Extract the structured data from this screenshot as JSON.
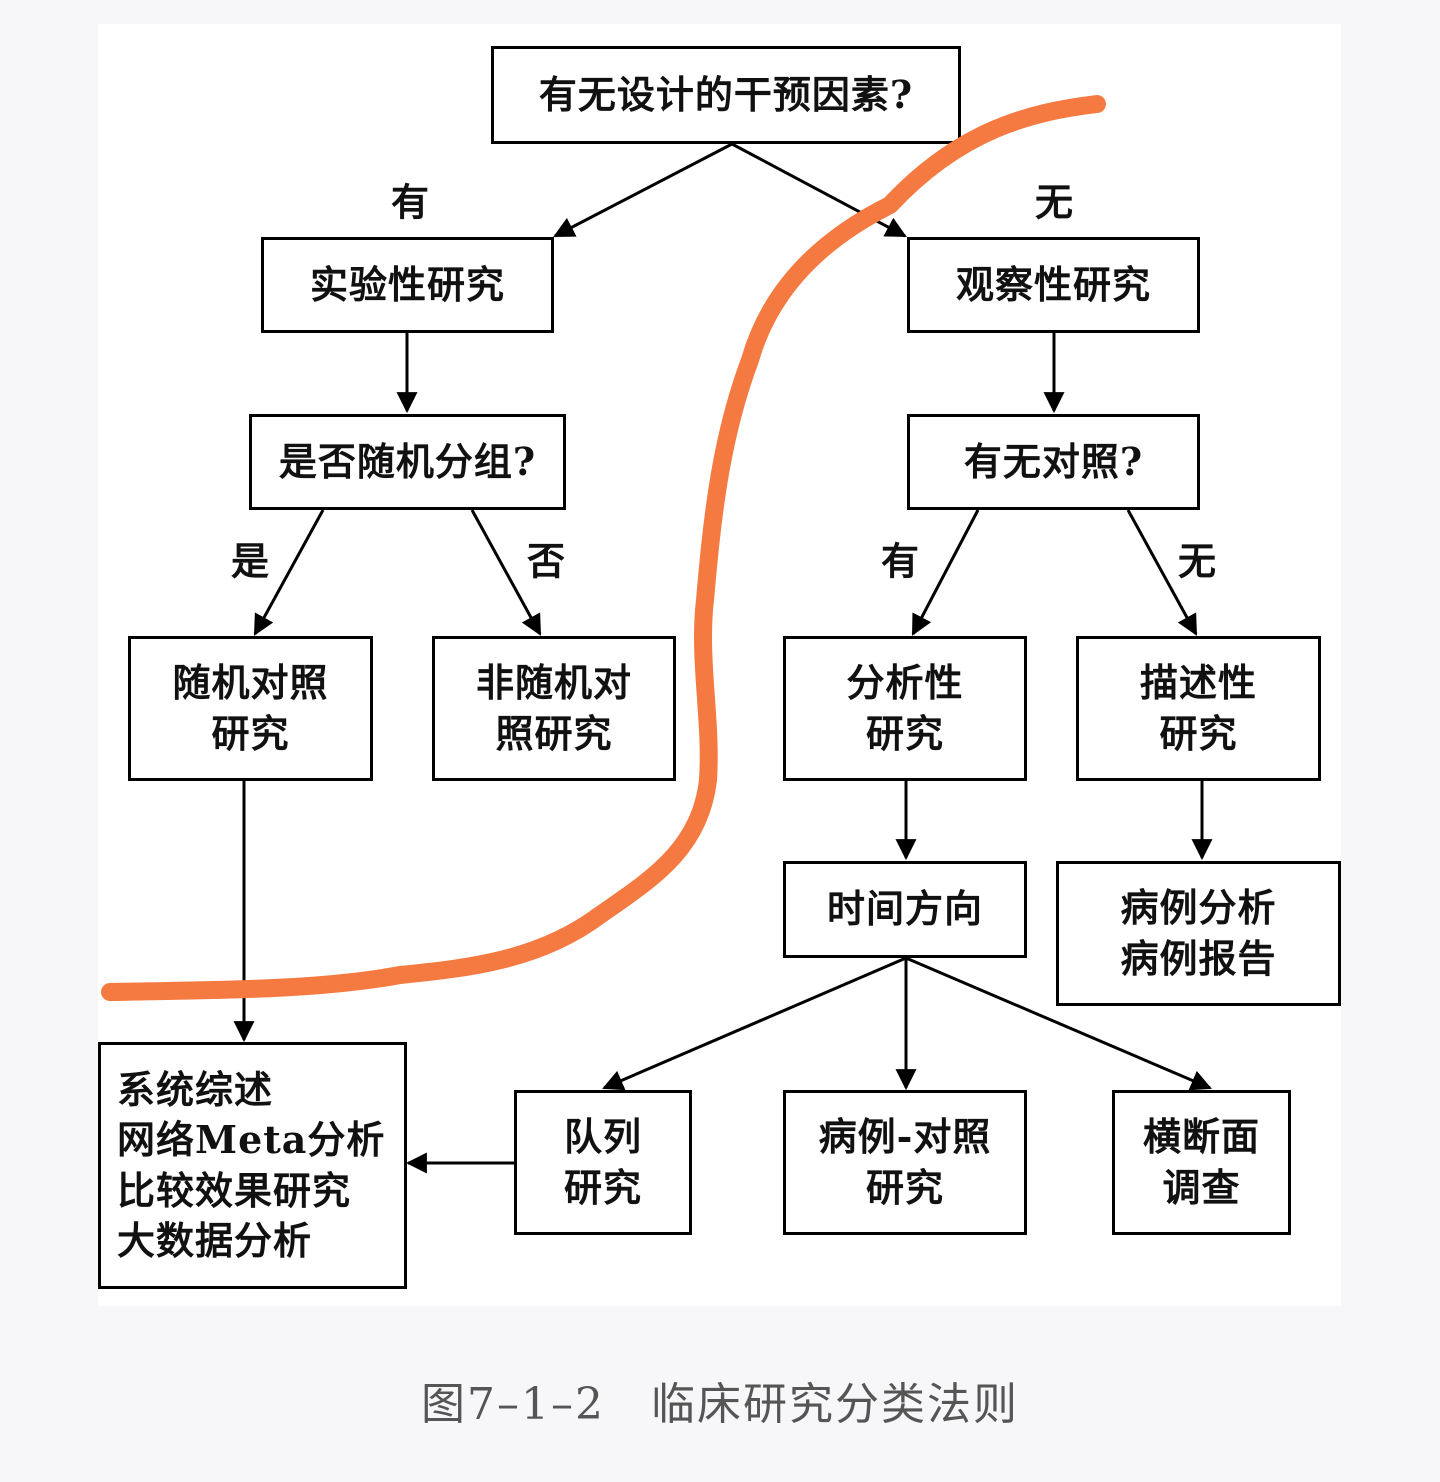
{
  "nodes": {
    "root": [
      "有无设计的干预因素?"
    ],
    "experimental": [
      "实验性研究"
    ],
    "observational": [
      "观察性研究"
    ],
    "randomized_q": [
      "是否随机分组?"
    ],
    "control_q": [
      "有无对照?"
    ],
    "rct": [
      "随机对照",
      "研究"
    ],
    "non_rct": [
      "非随机对",
      "照研究"
    ],
    "analytic": [
      "分析性",
      "研究"
    ],
    "descriptive": [
      "描述性",
      "研究"
    ],
    "time_direction": [
      "时间方向"
    ],
    "case_reports": [
      "病例分析",
      "病例报告"
    ],
    "systematic": [
      "系统综述",
      "网络Meta分析",
      "比较效果研究",
      "大数据分析"
    ],
    "cohort": [
      "队列",
      "研究"
    ],
    "case_control": [
      "病例-对照",
      "研究"
    ],
    "cross_sectional": [
      "横断面",
      "调查"
    ]
  },
  "edge_labels": {
    "root_yes": "有",
    "root_no": "无",
    "rand_yes": "是",
    "rand_no": "否",
    "control_yes": "有",
    "control_no": "无"
  },
  "caption": "图7–1–2　临床研究分类法则",
  "colors": {
    "annotation_stroke": "#f47a42",
    "lines": "#000000",
    "caption": "#555555"
  }
}
